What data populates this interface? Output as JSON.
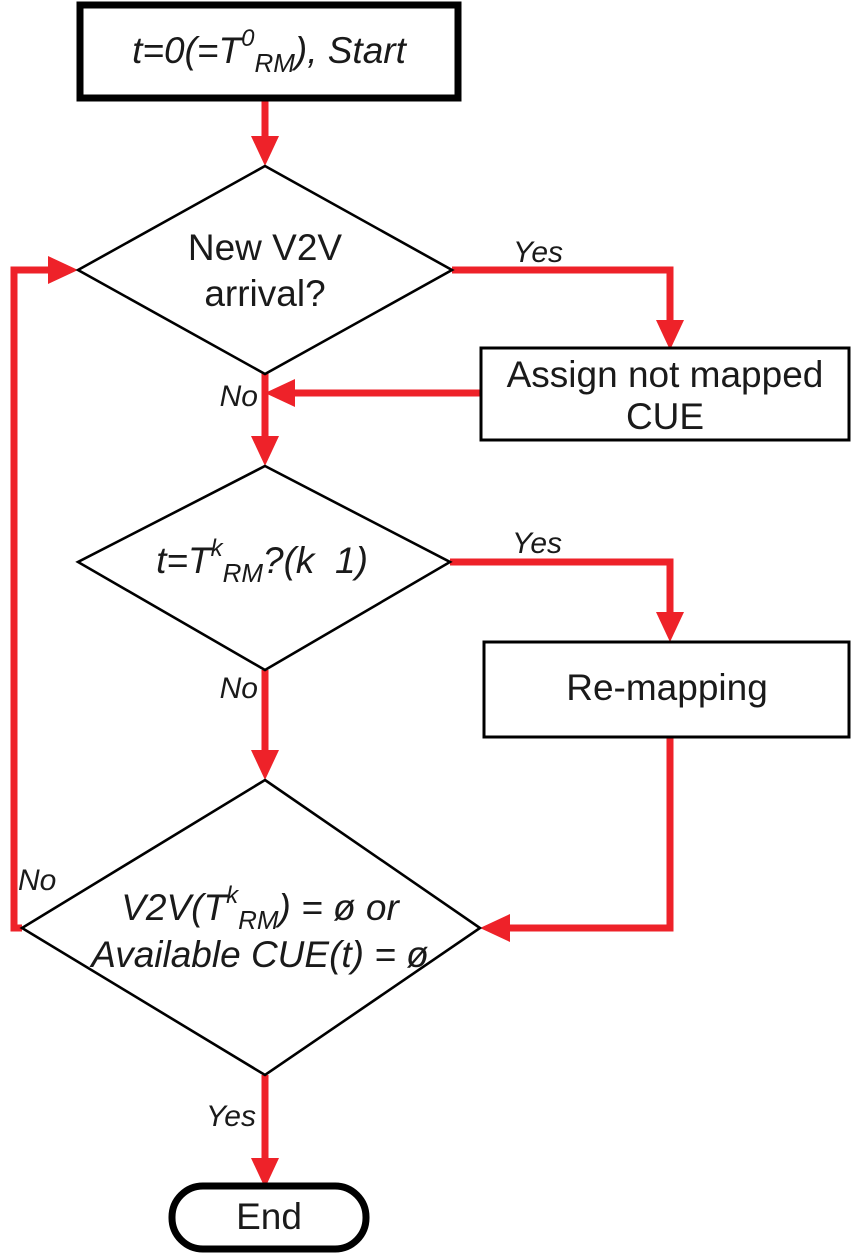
{
  "diagram": {
    "title": "V2V resource re-mapping flowchart",
    "accent_color": "#ee2229",
    "line_color": "#000000",
    "background_color": "#ffffff"
  },
  "nodes": {
    "start": {
      "shape": "rectangle-thick",
      "text_full": "t=0(=T0RM), Start",
      "segments": {
        "base": "t=0(=T",
        "superscript": "0",
        "subscript": "RM",
        "tail": "), Start"
      }
    },
    "decision_arrival": {
      "shape": "diamond",
      "line1": "New V2V",
      "line2": "arrival?"
    },
    "process_assign": {
      "shape": "rectangle",
      "line1": "Assign not mapped",
      "line2": "CUE"
    },
    "decision_remap_time": {
      "shape": "diamond",
      "text_full": "t=TkRM ?(k 1)",
      "segments": {
        "base": "t=T",
        "superscript": "k",
        "subscript": "RM",
        "tail": "?(k  1)"
      }
    },
    "process_remapping": {
      "shape": "rectangle",
      "label": "Re-mapping"
    },
    "decision_empty": {
      "shape": "diamond",
      "line1_full": "V2V(TkRM) = ø or",
      "line1_segments": {
        "base": "V2V(T",
        "superscript": "k",
        "subscript": "RM",
        "tail": ") = ø or"
      },
      "line2": "Available CUE(t) = ø"
    },
    "end": {
      "shape": "stadium-thick",
      "label": "End"
    }
  },
  "edge_labels": {
    "arrival_yes": "Yes",
    "arrival_no": "No",
    "remap_yes": "Yes",
    "remap_no": "No",
    "empty_no": "No",
    "empty_yes": "Yes"
  }
}
